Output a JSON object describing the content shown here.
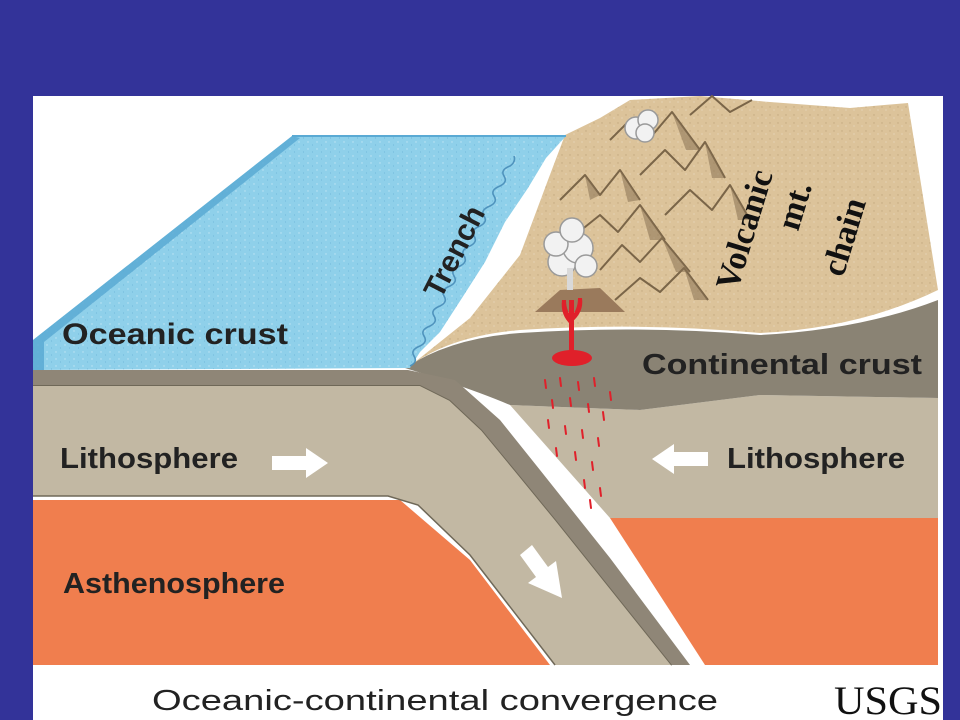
{
  "colors": {
    "slide_background": "#333399",
    "panel_background": "#ffffff",
    "ocean": "#8fd0ea",
    "ocean_edge": "#5aaad4",
    "land": "#dcc39a",
    "continental_crust": "#8a8374",
    "lithosphere": "#c2b8a3",
    "asthenosphere": "#f07e4e",
    "magma": "#e0202a",
    "arrow": "#ffffff"
  },
  "diagram": {
    "labels": {
      "oceanic_crust": "Oceanic crust",
      "continental_crust": "Continental crust",
      "trench": "Trench",
      "volcanic_line1": "Volcanic",
      "volcanic_line2": "mt.",
      "volcanic_line3": "chain",
      "lithosphere_left": "Lithosphere",
      "lithosphere_right": "Lithosphere",
      "asthenosphere": "Asthenosphere"
    },
    "caption": "Oceanic-continental convergence",
    "credit": "USGS"
  }
}
